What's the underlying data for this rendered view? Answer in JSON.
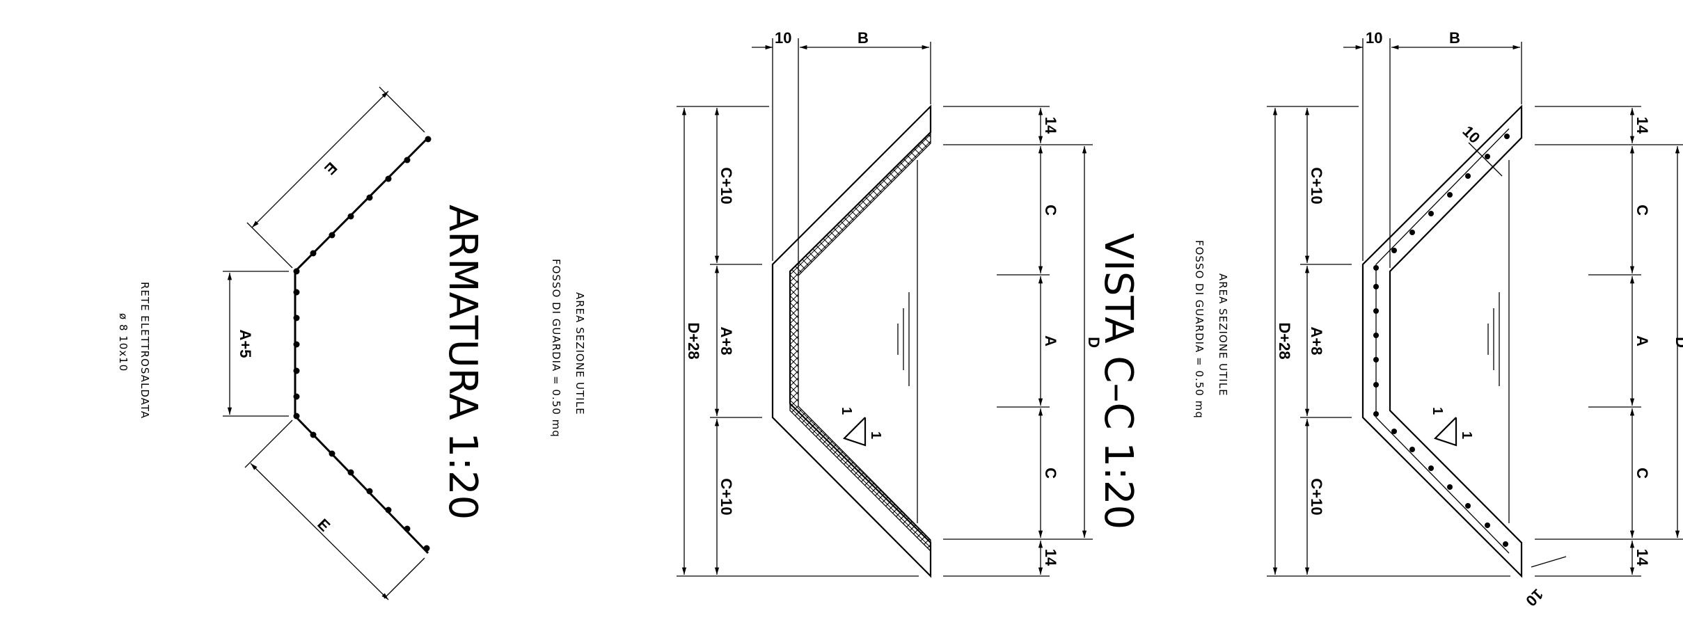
{
  "armatura": {
    "title": "ARMATURA 1:20",
    "label_a": "A+5",
    "label_e_top": "E",
    "label_e_bottom": "E",
    "note_1": "RETE ELETTROSALDATA",
    "note_2": "ø 8 10x10"
  },
  "section_note": {
    "line_1": "AREA SEZIONE UTILE",
    "line_2": "FOSSO DI GUARDIA = 0.50 mq"
  },
  "vista": {
    "title": "VISTA C–C 1:20",
    "dim_10": "10",
    "dim_b": "B",
    "dim_c10_top": "C+10",
    "dim_a8": "A+8",
    "dim_c10_bottom": "C+10",
    "dim_d28": "D+28",
    "dim_14_top": "14",
    "dim_c_top": "C",
    "dim_a": "A",
    "dim_c_bottom": "C",
    "dim_14_bottom": "14",
    "dim_d": "D",
    "slope_1a": "1",
    "slope_1b": "1"
  },
  "vista2": {
    "dim_10": "10",
    "dim_b": "B",
    "dim_c10_top": "C+10",
    "dim_a8": "A+8",
    "dim_c10_bottom": "C+10",
    "dim_d28": "D+28",
    "dim_14_top": "14",
    "dim_c_top": "C",
    "dim_a": "A",
    "dim_c_bottom": "C",
    "dim_14_bottom": "14",
    "dim_d": "D",
    "dim_10_wall_top": "10",
    "dim_10_wall_bottom": "10",
    "slope_1a": "1",
    "slope_1b": "1"
  }
}
